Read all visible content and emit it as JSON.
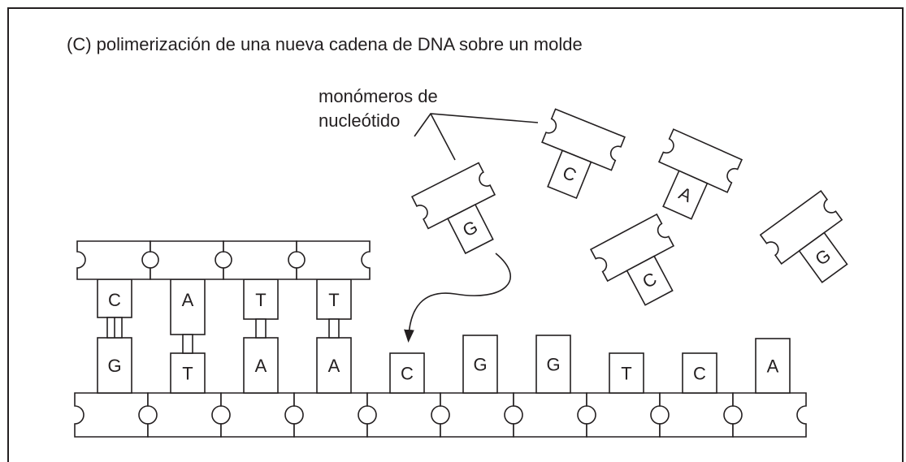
{
  "title": "(C)   polimerización de una nueva cadena de DNA sobre un molde",
  "callout": {
    "line1": "monómeros de",
    "line2": "nucleótido"
  },
  "paired": [
    {
      "new_base": "C",
      "template_base": "G",
      "bonds": 3
    },
    {
      "new_base": "A",
      "template_base": "T",
      "bonds": 2
    },
    {
      "new_base": "T",
      "template_base": "A",
      "bonds": 2
    },
    {
      "new_base": "T",
      "template_base": "A",
      "bonds": 2
    }
  ],
  "unpaired_template": [
    "C",
    "G",
    "G",
    "T",
    "C",
    "A"
  ],
  "free_nucleotides": [
    {
      "base": "G",
      "incoming": true
    },
    {
      "base": "C"
    },
    {
      "base": "A"
    },
    {
      "base": "C"
    },
    {
      "base": "G"
    }
  ],
  "colors": {
    "ink": "#231f20",
    "background": "#ffffff"
  }
}
